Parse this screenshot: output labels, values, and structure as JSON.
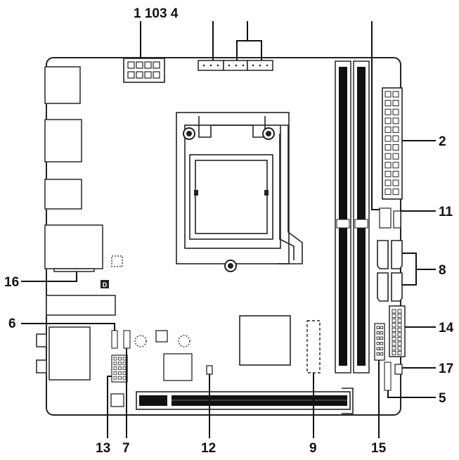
{
  "callouts": {
    "top": "1 103 4",
    "c2": "2",
    "c11": "11",
    "c8": "8",
    "c14": "14",
    "c17": "17",
    "c5": "5",
    "c16": "16",
    "c6": "6",
    "c13": "13",
    "c7": "7",
    "c12": "12",
    "c9": "9",
    "c15": "15"
  },
  "marks": {
    "d_led": "D"
  },
  "colors": {
    "board_outline": "#222222",
    "component": "#333333",
    "text": "#111111"
  }
}
